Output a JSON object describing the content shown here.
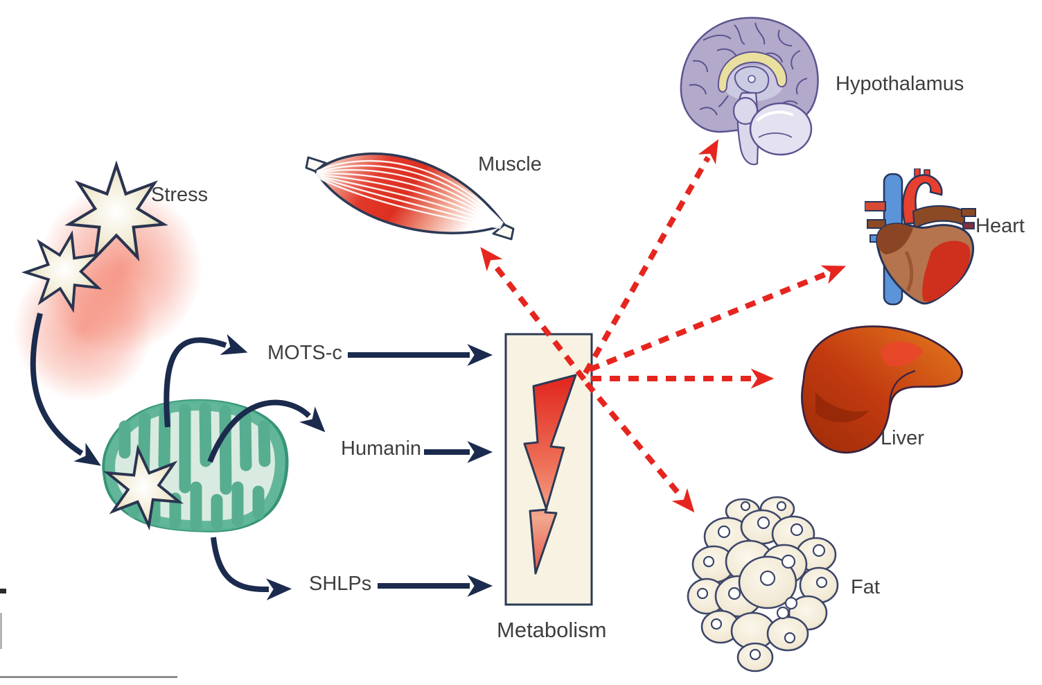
{
  "labels": {
    "stress": "Stress",
    "mots_c": "MOTS-c",
    "humanin": "Humanin",
    "shlps": "SHLPs",
    "metabolism": "Metabolism",
    "muscle": "Muscle",
    "hypothalamus": "Hypothalamus",
    "heart": "Heart",
    "liver": "Liver",
    "fat": "Fat"
  },
  "colors": {
    "navy_arrow": "#1b2b4d",
    "red_arrow": "#e6251f",
    "metabolism_box_fill": "#f7f2e1",
    "bolt_red_top": "#e1241d",
    "bolt_red_light": "#f2a78e",
    "mitochondrion_teal": "#55ad90",
    "mitochondrion_pale": "#d9ebe0",
    "stress_glow": "#f0553a",
    "label_text": "#3e3e3e",
    "brain_lavender": "#b3aacb",
    "liver_red": "#c23a10",
    "fat_cream": "#f2ead6"
  },
  "edges": {
    "solid": [
      {
        "from": "Stress",
        "to": "Mitochondrion"
      },
      {
        "from": "Mitochondrion",
        "to": "MOTS-c"
      },
      {
        "from": "Mitochondrion",
        "to": "Humanin"
      },
      {
        "from": "Mitochondrion",
        "to": "SHLPs"
      },
      {
        "from": "MOTS-c",
        "to": "Metabolism"
      },
      {
        "from": "Humanin",
        "to": "Metabolism"
      },
      {
        "from": "SHLPs",
        "to": "Metabolism"
      }
    ],
    "dashed": [
      {
        "from": "Metabolism",
        "to": "Muscle"
      },
      {
        "from": "Metabolism",
        "to": "Hypothalamus"
      },
      {
        "from": "Metabolism",
        "to": "Heart"
      },
      {
        "from": "Metabolism",
        "to": "Liver"
      },
      {
        "from": "Metabolism",
        "to": "Fat"
      }
    ]
  }
}
